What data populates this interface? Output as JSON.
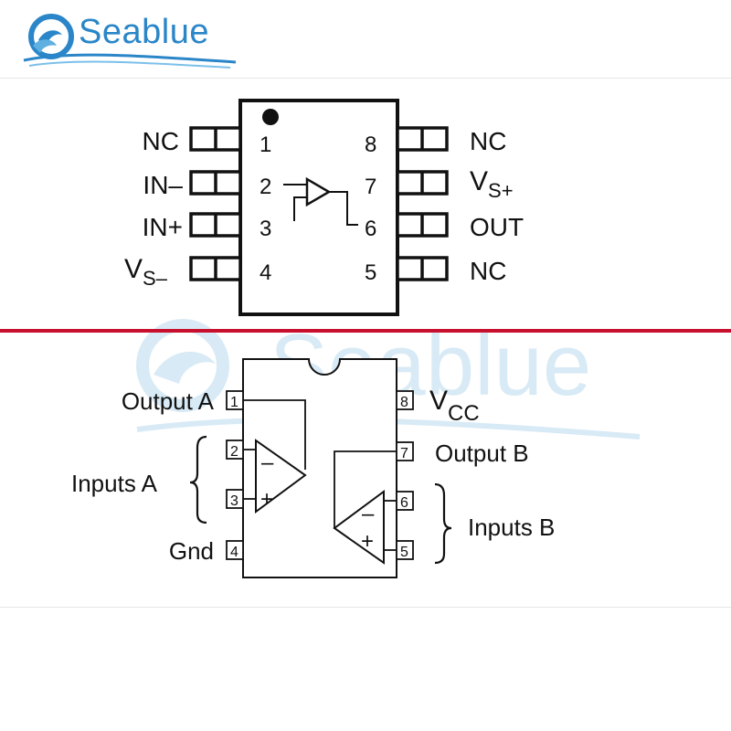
{
  "brand": {
    "name": "Seablue",
    "color": "#2a86c8"
  },
  "colors": {
    "divider": "#c8102e",
    "ink": "#111111",
    "watermark": "#b9d9ee"
  },
  "top_package": {
    "left_pins": [
      {
        "number": "1",
        "label": "NC",
        "sub": ""
      },
      {
        "number": "2",
        "label": "IN–",
        "sub": ""
      },
      {
        "number": "3",
        "label": "IN+",
        "sub": ""
      },
      {
        "number": "4",
        "label": "V",
        "sub": "S–"
      }
    ],
    "right_pins": [
      {
        "number": "8",
        "label": "NC",
        "sub": ""
      },
      {
        "number": "7",
        "label": "V",
        "sub": "S+"
      },
      {
        "number": "6",
        "label": "OUT",
        "sub": ""
      },
      {
        "number": "5",
        "label": "NC",
        "sub": ""
      }
    ]
  },
  "bottom_package": {
    "pins": [
      {
        "number": "1",
        "label": "Output A"
      },
      {
        "number": "2",
        "label": ""
      },
      {
        "number": "3",
        "label": ""
      },
      {
        "number": "4",
        "label": "Gnd"
      },
      {
        "number": "8",
        "label": "V",
        "sub": "CC"
      },
      {
        "number": "7",
        "label": "Output B"
      },
      {
        "number": "6",
        "label": ""
      },
      {
        "number": "5",
        "label": ""
      }
    ],
    "group_a": "Inputs A",
    "group_b": "Inputs B",
    "minus": "–",
    "plus": "+"
  }
}
